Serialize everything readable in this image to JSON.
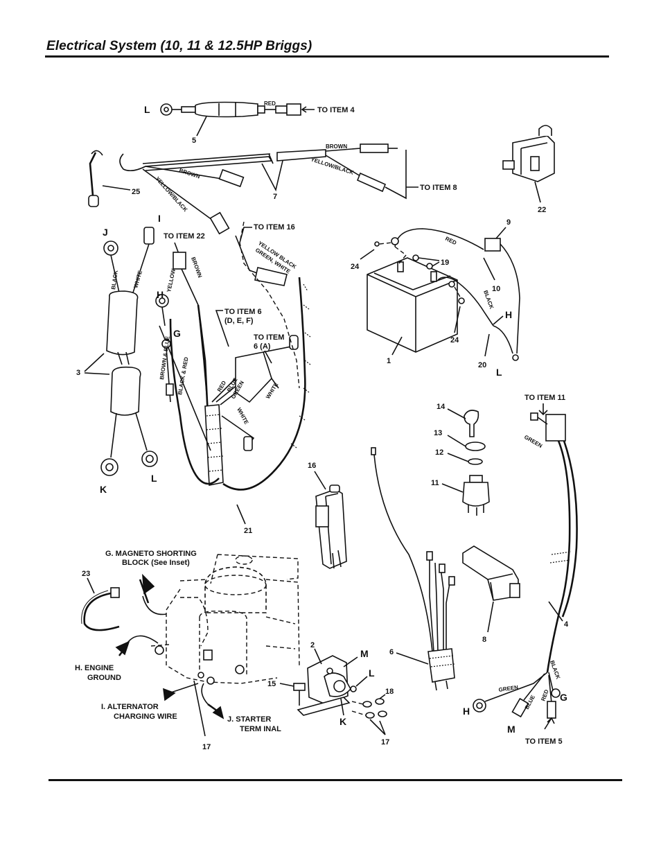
{
  "header": {
    "title": "Electrical System (10, 11 & 12.5HP Briggs)"
  },
  "callouts": {
    "n1": "1",
    "n2": "2",
    "n3": "3",
    "n4": "4",
    "n5": "5",
    "n6": "6",
    "n7": "7",
    "n8": "8",
    "n9": "9",
    "n10": "10",
    "n11": "11",
    "n12": "12",
    "n13": "13",
    "n14": "14",
    "n15": "15",
    "n16": "16",
    "n17a": "17",
    "n17b": "17",
    "n18": "18",
    "n19": "19",
    "n20": "20",
    "n21": "21",
    "n22": "22",
    "n23": "23",
    "n24a": "24",
    "n24b": "24",
    "n25": "25"
  },
  "letters": {
    "L1": "L",
    "L2": "L",
    "L3": "L",
    "L4": "L",
    "H1": "H",
    "H2": "H",
    "H3": "H",
    "G1": "G",
    "G2": "G",
    "I1": "I",
    "J1": "J",
    "K1": "K",
    "K2": "K",
    "M1": "M",
    "M2": "M"
  },
  "notes": {
    "to_item_4": "TO ITEM 4",
    "to_item_8": "TO ITEM 8",
    "to_item_16": "TO ITEM 16",
    "to_item_22": "TO ITEM 22",
    "to_item_6_def": "TO ITEM 6",
    "to_item_6_def_sub": "(D, E, F)",
    "to_item_6_a": "TO ITEM",
    "to_item_6_a_sub": "6 (A)",
    "to_item_11": "TO ITEM 11",
    "to_item_5": "TO ITEM 5"
  },
  "wires": {
    "red_top": "RED",
    "brown_1": "BROWN",
    "brown_2": "BROWN",
    "yellow_black_1": "YELLOW/BLACK",
    "yellow_black_2": "YELLOW/BLACK",
    "yellow_black_green_white_1": "YELLOW BLACK",
    "yellow_black_green_white_2": "GREEN, WHITE",
    "black_j": "BLACK",
    "white_j": "WHITE",
    "yellow_22": "YELLOW",
    "brown_22": "BROWN",
    "brown_blue": "BROWN & BLUE",
    "black_red": "BLACK & RED",
    "red_6": "RED",
    "blue_6": "BLUE",
    "green_6": "GREEN",
    "white_6a": "WHITE",
    "white_6b": "WHITE",
    "red_batt": "RED",
    "black_batt": "BLACK",
    "green_4top": "GREEN",
    "black_4": "BLACK",
    "green_4": "GREEN",
    "blue_4": "BLUE",
    "red_4": "RED"
  },
  "engine_labels": {
    "g_line1": "G.  MAGNETO SHORTING",
    "g_line2": "BLOCK (See Inset)",
    "h_line1": "H.  ENGINE",
    "h_line2": "GROUND",
    "i_line1": "I.  ALTERNATOR",
    "i_line2": "CHARGING WIRE",
    "j_line1": "J.  STARTER",
    "j_line2": "TERM INAL"
  }
}
